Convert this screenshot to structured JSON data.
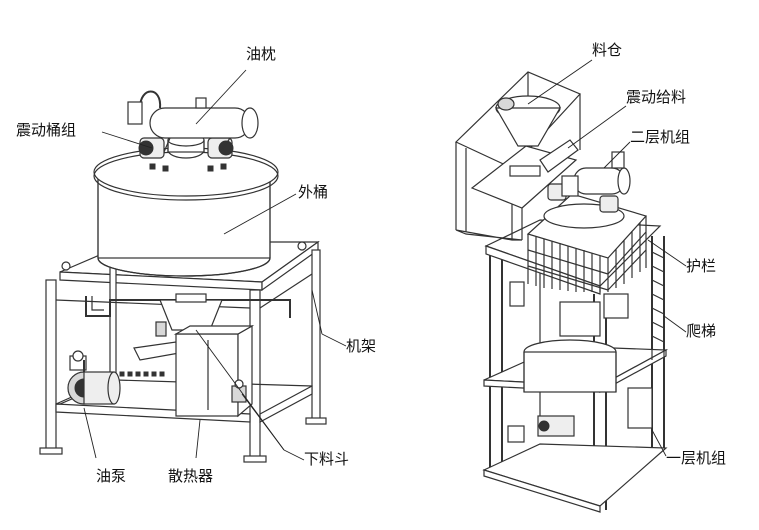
{
  "left_machine": {
    "labels": {
      "oil_conservator": "油枕",
      "vibration_drum_group": "震动桶组",
      "outer_drum": "外桶",
      "frame": "机架",
      "hopper": "下料斗",
      "oil_pump": "油泵",
      "radiator": "散热器"
    }
  },
  "right_machine": {
    "labels": {
      "material_bin": "料仓",
      "vibration_feeder": "震动给料",
      "second_layer_unit": "二层机组",
      "guardrail": "护栏",
      "ladder": "爬梯",
      "first_layer_unit": "一层机组"
    }
  }
}
